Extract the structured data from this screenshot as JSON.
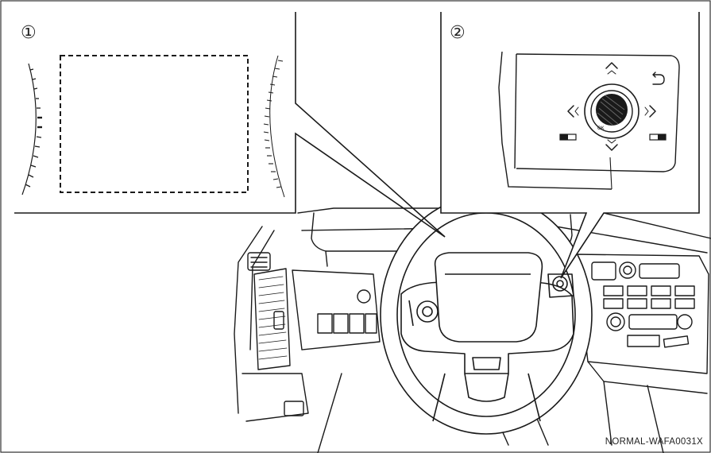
{
  "callout_1": {
    "number": "①"
  },
  "callout_2": {
    "number": "②"
  },
  "image_code": "NORMAL-WAFA0031X",
  "line_color": "#1a1a1a",
  "background": "#ffffff"
}
